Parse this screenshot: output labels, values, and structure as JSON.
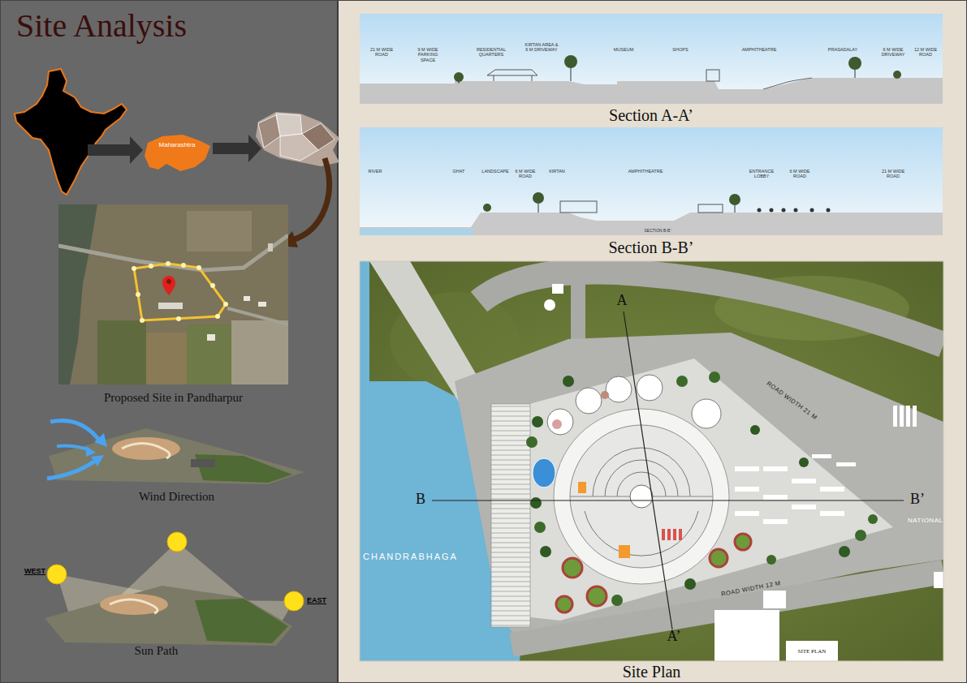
{
  "diagram": {
    "title": "Site Analysis",
    "nodes": [
      {
        "text": [
          "Maharashtra"
        ]
      },
      {
        "text": [
          "Proposed Site in Pandharpur"
        ]
      },
      {
        "text": [
          "Wind Direction"
        ]
      },
      {
        "text": [
          "Sun Path"
        ]
      },
      {
        "text": [
          "Section A-A’"
        ]
      },
      {
        "text": [
          "Section B-B’"
        ]
      },
      {
        "text": [
          "Site Plan"
        ]
      }
    ],
    "labels": [
      "WEST",
      "EAST",
      "21 M WIDE ROAD",
      "9 M WIDE PARKING SPACE",
      "RESIDENTIAL QUARTERS",
      "KIRTAN AREA & 6 M DRIVEWAY",
      "MUSEUM",
      "SHOPS",
      "AMPHITHEATRE",
      "PRASADALAY",
      "6 M WIDE DRIVEWAY",
      "12 M WIDE ROAD",
      "RIVER",
      "GHAT",
      "LANDSCAPE",
      "6 M WIDE ROAD",
      "KIRTAN",
      "AMPHITHEATRE",
      "ENTRANCE LOBBY",
      "6 M WIDE ROAD",
      "21 M WIDE ROAD",
      "SECTION B-B’",
      "A",
      "A’",
      "B",
      "B’",
      "CHANDRABHAGA",
      "ROAD WIDTH 21 M",
      "NATIONAL",
      "ROAD WIDTH 12 M",
      "SITE PLAN"
    ]
  }
}
